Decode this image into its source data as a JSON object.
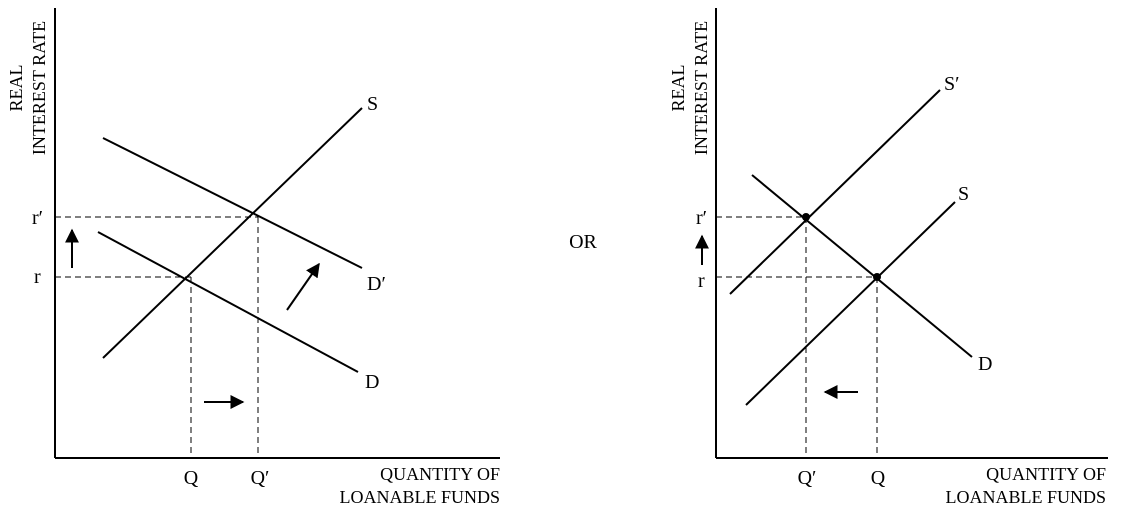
{
  "separator": "OR",
  "panels": [
    {
      "y_axis_label": [
        "REAL",
        "INTEREST RATE"
      ],
      "x_axis_label": [
        "QUANTITY OF",
        "LOANABLE FUNDS"
      ],
      "y_ticks": [
        "r′",
        "r"
      ],
      "x_ticks": [
        "Q",
        "Q′"
      ],
      "curves": [
        "S",
        "D′",
        "D"
      ]
    },
    {
      "y_axis_label": [
        "REAL",
        "INTEREST RATE"
      ],
      "x_axis_label": [
        "QUANTITY OF",
        "LOANABLE FUNDS"
      ],
      "y_ticks": [
        "r′",
        "r"
      ],
      "x_ticks": [
        "Q′",
        "Q"
      ],
      "curves": [
        "S′",
        "S",
        "D"
      ]
    }
  ]
}
